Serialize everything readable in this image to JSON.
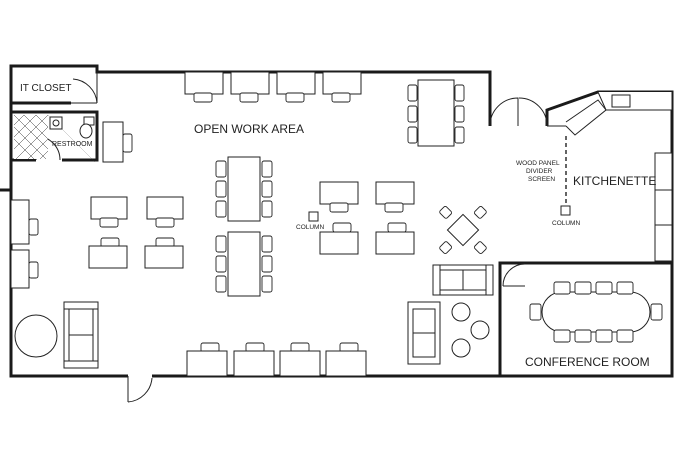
{
  "rooms": {
    "it_closet": "IT CLOSET",
    "restroom": "RESTROOM",
    "open_work_area": "OPEN WORK AREA",
    "kitchenette": "KITCHENETTE",
    "conference_room": "CONFERENCE ROOM"
  },
  "annotations": {
    "column": "COLUMN",
    "divider_line1": "WOOD PANEL",
    "divider_line2": "DIVIDER",
    "divider_line3": "SCREEN"
  },
  "colors": {
    "line": "#222222",
    "background": "#ffffff"
  }
}
